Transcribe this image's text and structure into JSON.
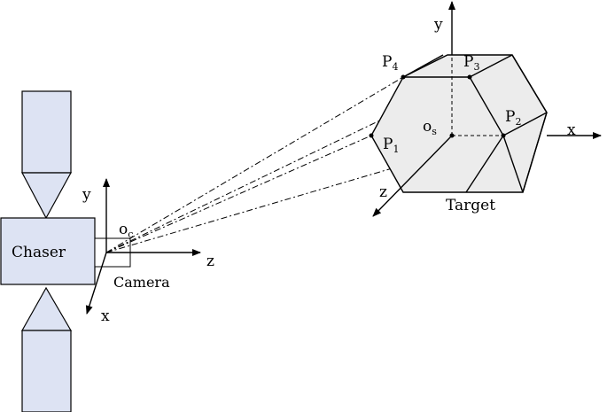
{
  "labels": {
    "chaser": "Chaser",
    "camera": "Camera",
    "target": "Target",
    "camera_frame": {
      "origin": "o",
      "origin_sub": "c",
      "x": "x",
      "y": "y",
      "z": "z"
    },
    "target_frame": {
      "origin": "o",
      "origin_sub": "s",
      "x": "x",
      "y": "y",
      "z": "z"
    },
    "points": [
      {
        "id": "p1",
        "base": "P",
        "sub": "1"
      },
      {
        "id": "p2",
        "base": "P",
        "sub": "2"
      },
      {
        "id": "p3",
        "base": "P",
        "sub": "3"
      },
      {
        "id": "p4",
        "base": "P",
        "sub": "4"
      }
    ]
  },
  "colors": {
    "body_fill": "#dde3f3",
    "target_fill": "#ececec",
    "line": "#000000"
  }
}
